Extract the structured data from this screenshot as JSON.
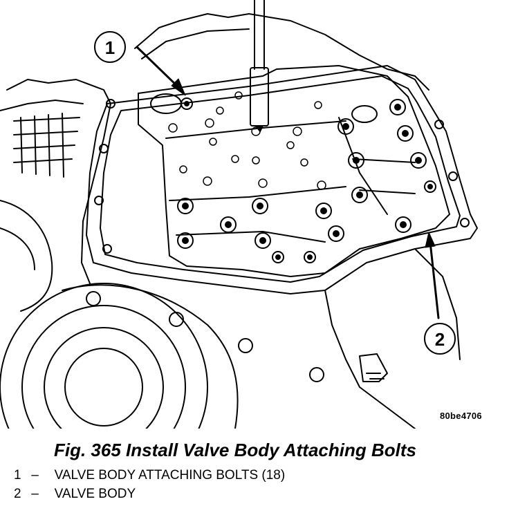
{
  "figure": {
    "callouts": [
      {
        "number": "1"
      },
      {
        "number": "2"
      }
    ],
    "image_code": "80be4706"
  },
  "caption": "Fig. 365 Install Valve Body Attaching Bolts",
  "legend": [
    {
      "number": "1",
      "dash": "–",
      "text": "VALVE BODY ATTACHING BOLTS (18)"
    },
    {
      "number": "2",
      "dash": "–",
      "text": "VALVE BODY"
    }
  ]
}
